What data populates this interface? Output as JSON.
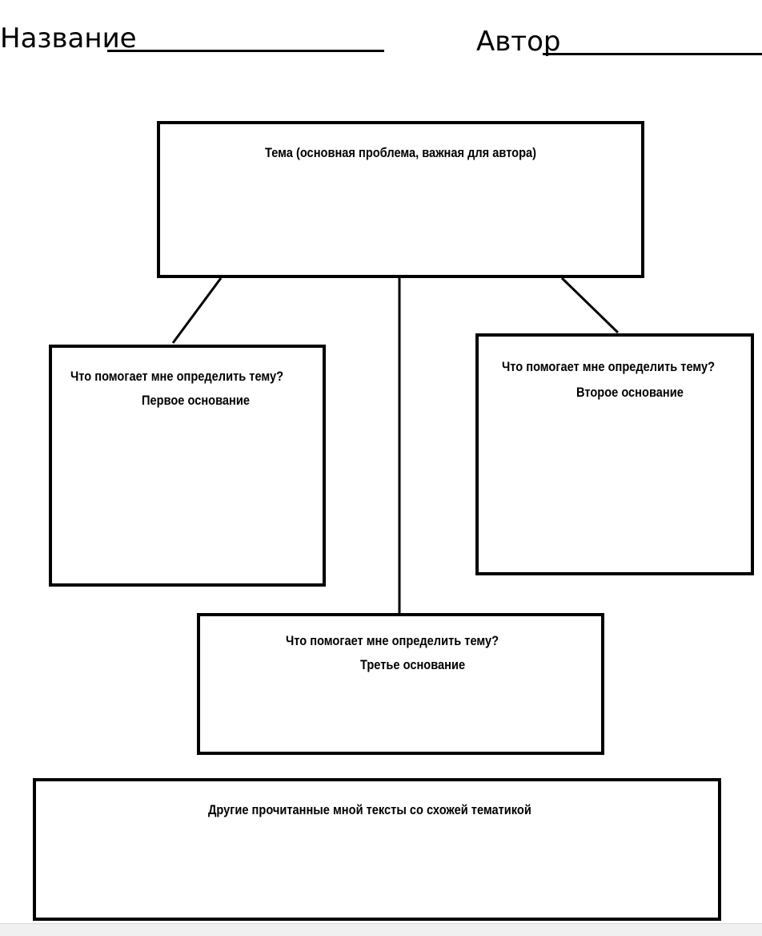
{
  "header": {
    "title_label": "Название",
    "author_label": "Автор"
  },
  "boxes": {
    "theme": {
      "label": "Тема (основная проблема, важная для автора)"
    },
    "first_reason": {
      "question": "Что помогает мне определить тему?",
      "label": "Первое основание"
    },
    "second_reason": {
      "question": "Что помогает мне определить тему?",
      "label": "Второе основание"
    },
    "third_reason": {
      "question": "Что помогает мне определить тему?",
      "label": "Третье основание"
    },
    "other_texts": {
      "label": "Другие прочитанные мной тексты со схожей тематикой"
    }
  }
}
